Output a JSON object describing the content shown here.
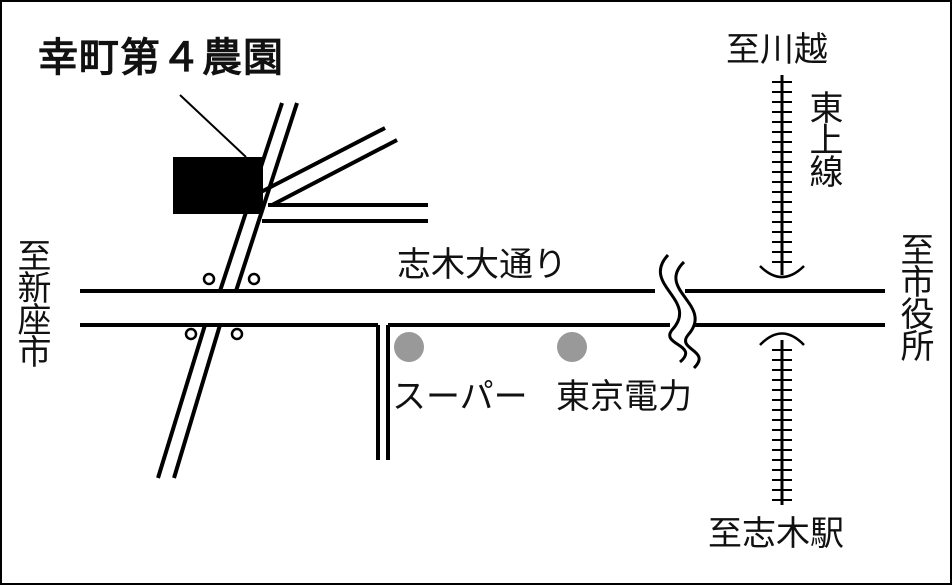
{
  "map": {
    "title": "幸町第４農園",
    "labels": {
      "to_kawagoe": "至川越",
      "tojo_line": "東上線",
      "shiki_odori": "志木大通り",
      "to_shinza": "至新座市",
      "to_city_hall": "至市役所",
      "supermarket": "スーパー",
      "tepco": "東京電力",
      "to_shiki_station": "至志木駅"
    }
  }
}
